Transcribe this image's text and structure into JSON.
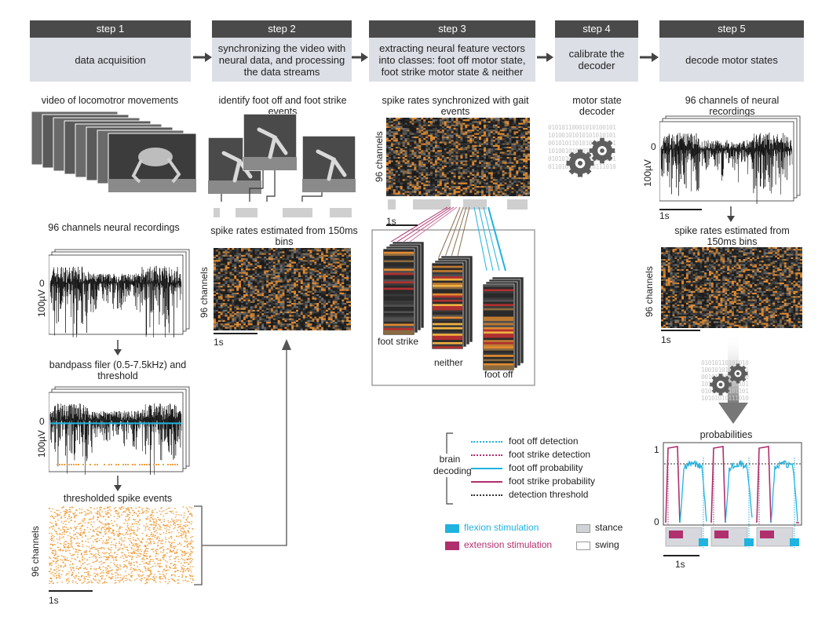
{
  "steps": [
    {
      "tab": "step 1",
      "title": "data acquisition"
    },
    {
      "tab": "step 2",
      "title": "synchronizing the video with neural data, and processing the data streams"
    },
    {
      "tab": "step 3",
      "title": "extracting neural feature vectors into classes: foot off motor state, foot strike motor state & neither"
    },
    {
      "tab": "step 4",
      "title": "calibrate the decoder"
    },
    {
      "tab": "step 5",
      "title": "decode motor states"
    }
  ],
  "col1": {
    "video_label": "video of locomotror movements",
    "recordings_label": "96 channels neural recordings",
    "zero": "0",
    "scale_uv": "100µV",
    "bandpass_label": "bandpass filer (0.5-7.5kHz) and threshold",
    "zero2": "0",
    "scale_uv2": "100µV",
    "spikes_label": "thresholded spike events",
    "channels": "96 channels",
    "time_scale": "1s"
  },
  "col2": {
    "events_label": "identify foot off and foot strike events",
    "rates_label": "spike rates estimated from 150ms bins",
    "channels": "96 channels",
    "time_scale": "1s"
  },
  "col3": {
    "sync_label": "spike rates synchronized with gait events",
    "channels": "96 channels",
    "time_scale": "1s",
    "class_foot_strike": "foot strike",
    "class_neither": "neither",
    "class_foot_off": "foot off"
  },
  "col4": {
    "decoder_label": "motor state decoder",
    "binary": [
      "01010110001010100101",
      "10100101010101010101",
      "00101011010101010101",
      "10100101010101101001",
      "01010101010110111001",
      "01101010101010111010"
    ]
  },
  "col5": {
    "recordings_label": "96 channels of neural recordings",
    "zero": "0",
    "scale_uv": "100µV",
    "time_scale": "1s",
    "rates_label": "spike rates estimated from 150ms bins",
    "channels": "96 channels",
    "time_scale2": "1s",
    "binary": [
      "01010110101010",
      "10010101010101",
      "00101010101100",
      "10101001010101",
      "01010101101101",
      "10101010111010"
    ],
    "prob_title": "probabilities",
    "y_top": "1",
    "y_bottom": "0",
    "time_scale3": "1s"
  },
  "legend": {
    "group_label": "brain decoding",
    "items": [
      {
        "label": "foot off detection",
        "color": "#1fb3e0",
        "style": "dotted"
      },
      {
        "label": "foot strike detection",
        "color": "#b0306e",
        "style": "dotted"
      },
      {
        "label": "foot off probability",
        "color": "#1fb3e0",
        "style": "solid"
      },
      {
        "label": "foot strike probability",
        "color": "#b0306e",
        "style": "solid"
      },
      {
        "label": "detection threshold",
        "color": "#333333",
        "style": "dotted"
      }
    ],
    "flexion": "flexion stimulation",
    "extension": "extension stimulation",
    "stance": "stance",
    "swing": "swing"
  },
  "colors": {
    "flexion": "#1fb3e0",
    "extension": "#b0306e",
    "spikes": "#f0a040",
    "tab": "#4a4a4a",
    "box": "#dcdfe6"
  }
}
